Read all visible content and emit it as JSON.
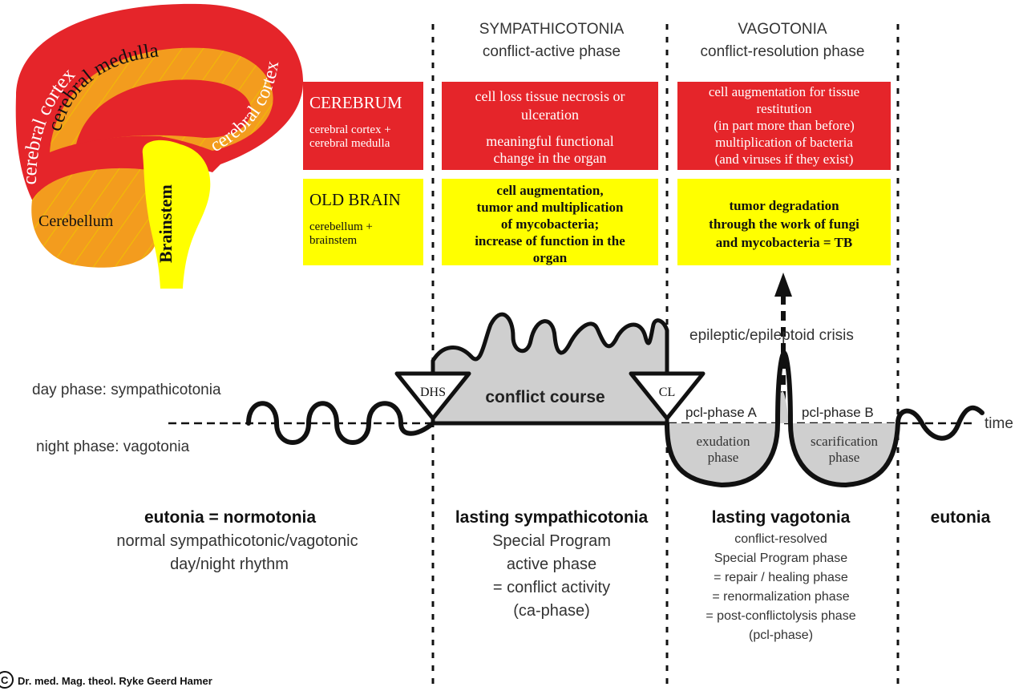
{
  "brain": {
    "cortex_left": "cerebral cortex",
    "cortex_right": "cerebral cortex",
    "medulla": "cerebral medulla",
    "cerebellum": "Cerebellum",
    "brainstem": "Brainstem"
  },
  "headers": {
    "sympathicotonia_title": "SYMPATHICOTONIA",
    "sympathicotonia_sub": "conflict-active phase",
    "vagotonia_title": "VAGOTONIA",
    "vagotonia_sub": "conflict-resolution phase"
  },
  "labels": {
    "cerebrum_title": "CEREBRUM",
    "cerebrum_sub_1": "cerebral cortex +",
    "cerebrum_sub_2": "cerebral medulla",
    "oldbrain_title": "OLD BRAIN",
    "oldbrain_sub_1": "cerebellum +",
    "oldbrain_sub_2": "brainstem"
  },
  "boxes": {
    "red_active": [
      "cell loss tissue necrosis or",
      "ulceration",
      "meaningful functional",
      "change in the organ"
    ],
    "red_resolution": [
      "cell augmentation for tissue",
      "restitution",
      "(in part more than before)",
      "multiplication of bacteria",
      "(and viruses if they exist)"
    ],
    "yellow_active": [
      "cell augmentation,",
      "tumor and multiplication",
      "of mycobacteria;",
      "increase of function in the",
      "organ"
    ],
    "yellow_resolution": [
      "tumor degradation",
      "through the work of fungi",
      "and mycobacteria = TB"
    ]
  },
  "curve": {
    "epileptic_crisis": "epileptic/epileptoid crisis",
    "day_phase": "day phase: sympathicotonia",
    "night_phase": "night phase: vagotonia",
    "time": "time",
    "dhs": "DHS",
    "cl": "CL",
    "conflict_course": "conflict course",
    "pcl_a": "pcl-phase A",
    "pcl_b": "pcl-phase B",
    "exudation_1": "exudation",
    "exudation_2": "phase",
    "scarification_1": "scarification",
    "scarification_2": "phase"
  },
  "bottom": {
    "eutonia_title": "eutonia = normotonia",
    "eutonia_lines": [
      "normal sympathicotonic/vagotonic",
      "day/night rhythm"
    ],
    "sympathicotonia_title": "lasting sympathicotonia",
    "sympathicotonia_lines": [
      "Special Program",
      "active phase",
      "= conflict activity",
      "(ca-phase)"
    ],
    "vagotonia_title": "lasting vagotonia",
    "vagotonia_lines": [
      "conflict-resolved",
      "Special Program phase",
      "= repair / healing phase",
      "= renormalization phase",
      "= post-conflictolysis phase",
      "(pcl-phase)"
    ],
    "eutonia_right": "eutonia"
  },
  "copyright": {
    "symbol": "C",
    "text": "Dr. med. Mag. theol. Ryke Geerd Hamer"
  }
}
